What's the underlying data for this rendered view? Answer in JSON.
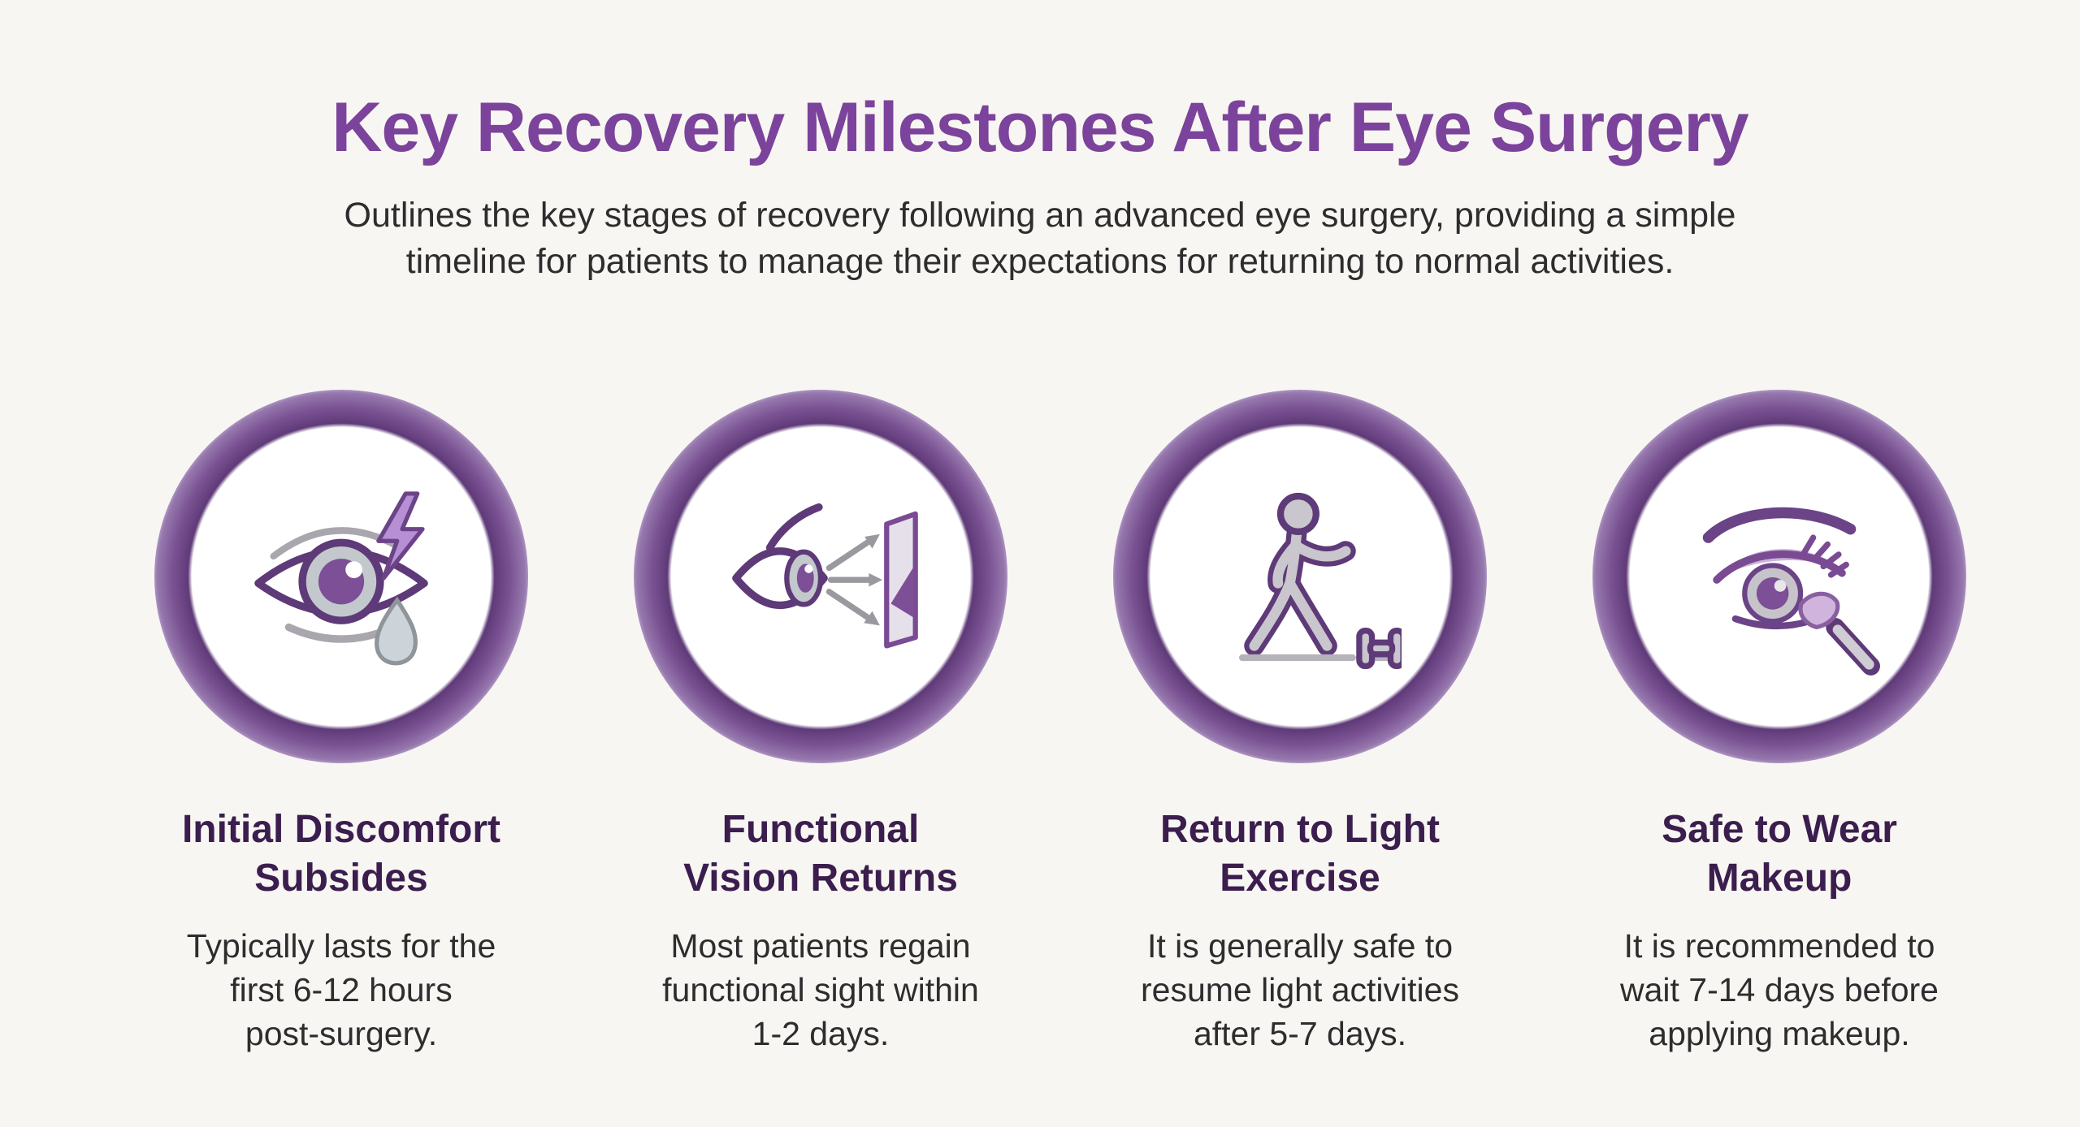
{
  "page": {
    "title": "Key Recovery Milestones After Eye Surgery",
    "subtitle": "Outlines the key stages of recovery following an advanced eye surgery, providing a simple\ntimeline for patients to manage their expectations for returning to normal activities."
  },
  "colors": {
    "background": "#f8f6f2",
    "title_purple": "#7b439b",
    "heading_dark_purple": "#3b1d4e",
    "body_text": "#2e2c2e",
    "ring_purple": "#7b5394",
    "ring_gray": "#cac6cd",
    "icon_outline_purple": "#5e3a78",
    "icon_fill_gray": "#c9c6cd",
    "icon_accent_lilac": "#b78fd4"
  },
  "milestones": [
    {
      "icon": "eye-discomfort-icon",
      "title": "Initial Discomfort\nSubsides",
      "description": "Typically lasts for the\nfirst 6-12 hours\npost-surgery."
    },
    {
      "icon": "eye-vision-arrows-icon",
      "title": "Functional\nVision Returns",
      "description": "Most patients regain\nfunctional sight within\n1-2 days."
    },
    {
      "icon": "walking-exercise-icon",
      "title": "Return to Light\nExercise",
      "description": "It is generally safe to\nresume light activities\nafter 5-7 days."
    },
    {
      "icon": "eye-makeup-brush-icon",
      "title": "Safe to Wear\nMakeup",
      "description": "It is recommended to\nwait 7-14 days before\napplying makeup."
    }
  ]
}
